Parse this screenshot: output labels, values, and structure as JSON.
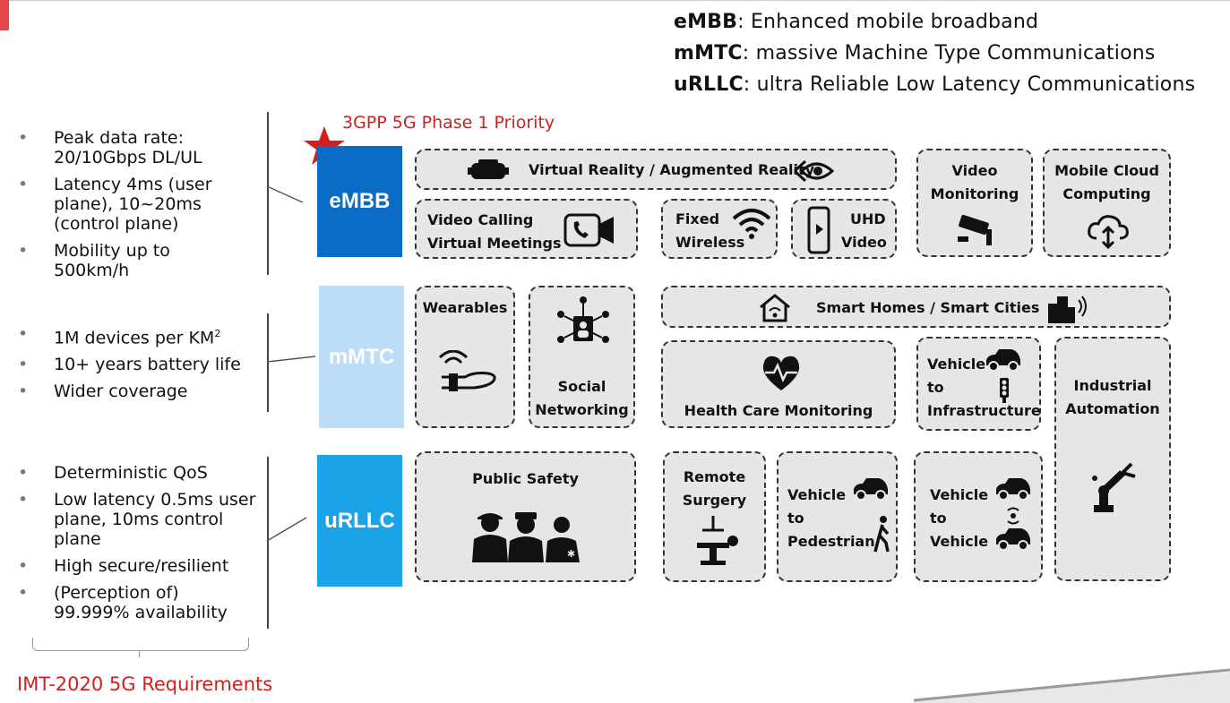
{
  "legend": [
    {
      "abbr": "eMBB",
      "desc": ": Enhanced mobile broadband"
    },
    {
      "abbr": "mMTC",
      "desc": ": massive Machine Type Communications"
    },
    {
      "abbr": "uRLLC",
      "desc": ": ultra Reliable Low Latency Communications"
    }
  ],
  "phase_label": "3GPP 5G Phase 1 Priority",
  "requirements_title": "IMT-2020 5G Requirements",
  "requirements": {
    "embb": [
      "Peak data rate: 20/10Gbps DL/UL",
      "Latency 4ms (user plane), 10~20ms (control plane)",
      "Mobility up to 500km/h"
    ],
    "mmtc": [
      "1M devices per KM",
      "10+ years battery life",
      "Wider coverage"
    ],
    "urllc": [
      "Deterministic QoS",
      "Low latency 0.5ms user plane, 10ms control plane",
      "High secure/resilient",
      "(Perception of) 99.999% availability"
    ]
  },
  "km_superscript": "2",
  "categories": {
    "embb": "eMBB",
    "mmtc": "mMTC",
    "urllc": "uRLLC"
  },
  "colors": {
    "embb": "#0a6cc4",
    "mmtc": "#bcdcf7",
    "urllc": "#1aa3e6",
    "accent_red": "#c52424",
    "star": "#d31f1f"
  },
  "use_cases": {
    "vr_ar": "Virtual Reality / Augmented Reality",
    "video_calling": "Video Calling",
    "virtual_meetings": "Virtual Meetings",
    "fixed": "Fixed",
    "wireless": "Wireless",
    "uhd": "UHD",
    "video": "Video",
    "video_mon_1": "Video",
    "video_mon_2": "Monitoring",
    "mobile_cloud_1": "Mobile Cloud",
    "mobile_cloud_2": "Computing",
    "wearables": "Wearables",
    "social": "Social",
    "networking": "Networking",
    "smart_homes": "Smart Homes / Smart Cities",
    "health_care": "Health Care Monitoring",
    "v2i_1": "Vehicle",
    "v2i_2": "to",
    "v2i_3": "Infrastructure",
    "industrial_1": "Industrial",
    "industrial_2": "Automation",
    "public_safety": "Public Safety",
    "remote_1": "Remote",
    "remote_2": "Surgery",
    "v2p_1": "Vehicle",
    "v2p_2": "to",
    "v2p_3": "Pedestrian",
    "v2v_1": "Vehicle",
    "v2v_2": "to",
    "v2v_3": "Vehicle"
  }
}
